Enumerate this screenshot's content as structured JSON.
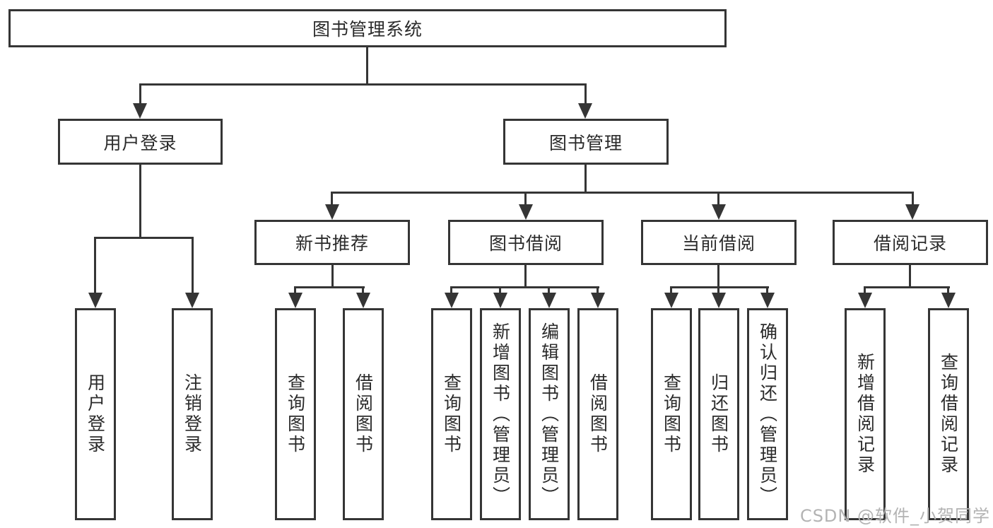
{
  "diagram": {
    "title": "图书管理系统",
    "level2": [
      {
        "label": "用户登录"
      },
      {
        "label": "图书管理"
      }
    ],
    "level3": [
      {
        "label": "新书推荐",
        "parent": "图书管理"
      },
      {
        "label": "图书借阅",
        "parent": "图书管理"
      },
      {
        "label": "当前借阅",
        "parent": "图书管理"
      },
      {
        "label": "借阅记录",
        "parent": "图书管理"
      }
    ],
    "leaves": [
      {
        "group": "用户登录",
        "label": "用户登录"
      },
      {
        "group": "用户登录",
        "label": "注销登录"
      },
      {
        "group": "新书推荐",
        "label": "查询图书"
      },
      {
        "group": "新书推荐",
        "label": "借阅图书"
      },
      {
        "group": "图书借阅",
        "label": "查询图书"
      },
      {
        "group": "图书借阅",
        "label": "新增图书（管理员）"
      },
      {
        "group": "图书借阅",
        "label": "编辑图书（管理员）"
      },
      {
        "group": "图书借阅",
        "label": "借阅图书"
      },
      {
        "group": "当前借阅",
        "label": "查询图书"
      },
      {
        "group": "当前借阅",
        "label": "归还图书"
      },
      {
        "group": "当前借阅",
        "label": "确认归还（管理员）"
      },
      {
        "group": "借阅记录",
        "label": "新增借阅记录"
      },
      {
        "group": "借阅记录",
        "label": "查询借阅记录"
      }
    ],
    "colors": {
      "line": "#353535",
      "text": "#2b2b2b",
      "background": "#ffffff",
      "watermark": "#b3b3b3"
    },
    "watermark": "CSDN @软件_小贺同学"
  }
}
